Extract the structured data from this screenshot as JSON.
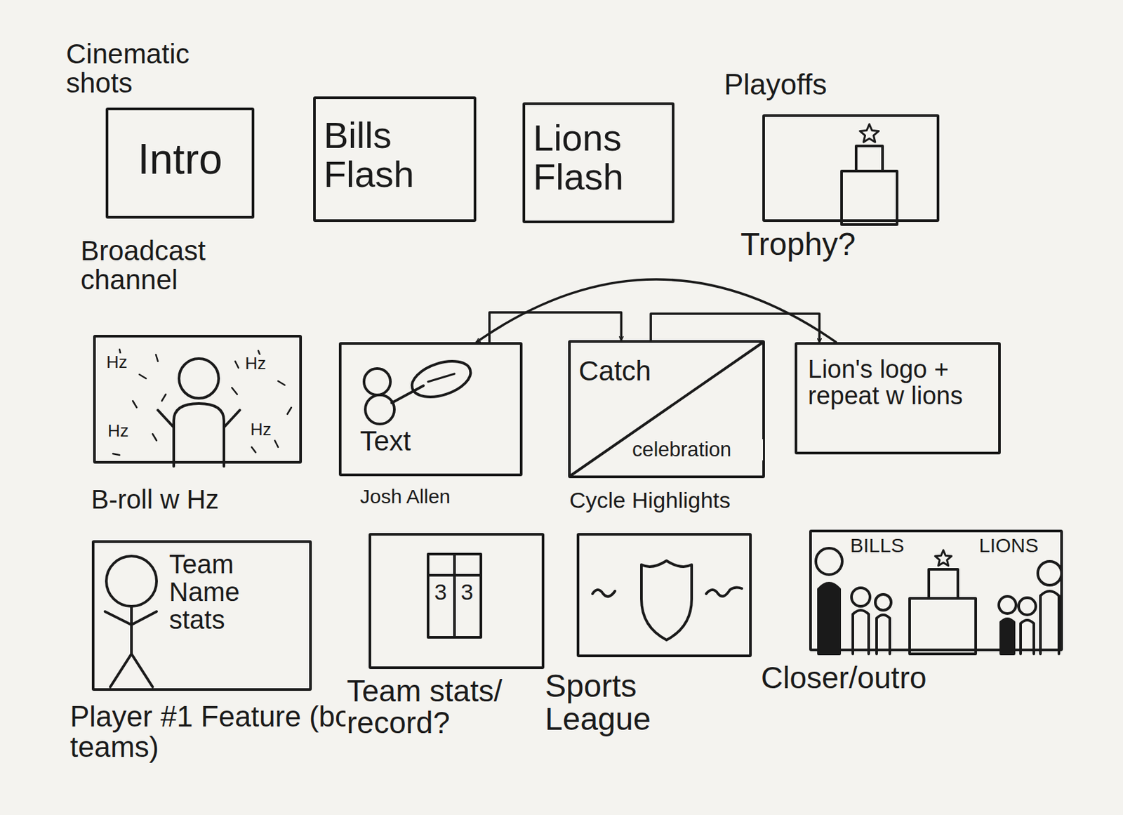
{
  "diagram": {
    "nodes": [
      {
        "text": [
          "Cinematic shots",
          "Intro",
          "Broadcast channel"
        ]
      },
      {
        "text": [
          "Bills Flash"
        ]
      },
      {
        "text": [
          "Lions Flash"
        ]
      },
      {
        "text": [
          "Playoffs",
          "Trophy?"
        ]
      },
      {
        "text": [
          "Hz",
          "Hz",
          "Hz",
          "Hz",
          "B-roll w Hz"
        ]
      },
      {
        "text": [
          "Text",
          "Josh Allen"
        ]
      },
      {
        "text": [
          "Catch",
          "celebration",
          "Cycle Highlights"
        ]
      },
      {
        "text": [
          "Lion's logo + repeat w lions"
        ]
      },
      {
        "text": [
          "Team Name stats",
          "Player #1 Feature (both teams)"
        ]
      },
      {
        "text": [
          "3",
          "3",
          "Team stats/ record?"
        ]
      },
      {
        "text": [
          "Sports League"
        ]
      },
      {
        "text": [
          "BILLS",
          "LIONS",
          "Closer/outro"
        ]
      }
    ],
    "edges": [
      {
        "from": 5,
        "to": 6,
        "arrow": "to"
      },
      {
        "from": 6,
        "to": 7,
        "arrow": "to"
      },
      {
        "from": 7,
        "to": 5,
        "arrow": "to"
      }
    ]
  }
}
